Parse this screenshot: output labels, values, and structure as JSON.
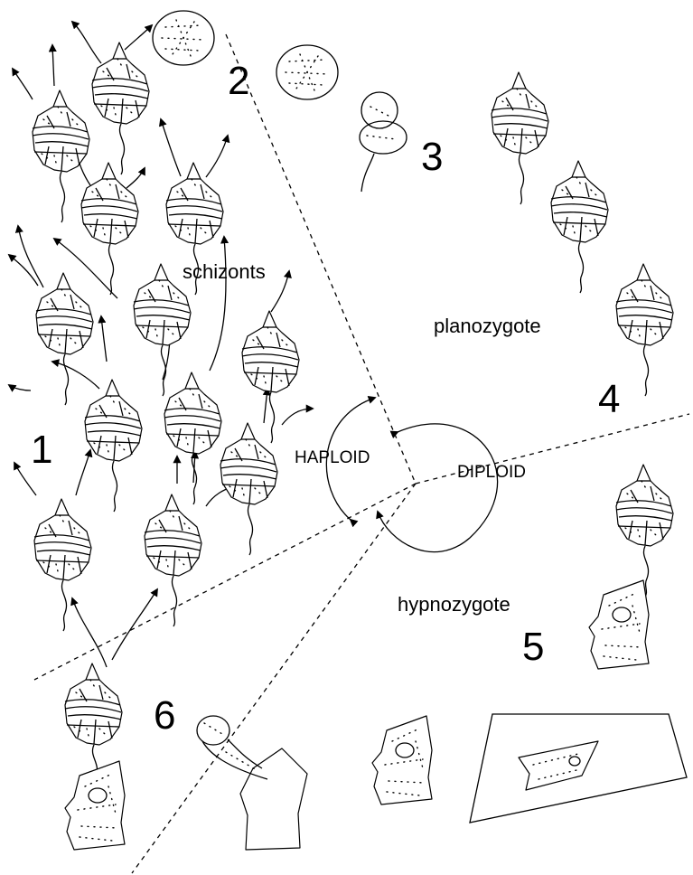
{
  "stage_numbers": {
    "s1": "1",
    "s2": "2",
    "s3": "3",
    "s4": "4",
    "s5": "5",
    "s6": "6"
  },
  "labels": {
    "schizonts": "schizonts",
    "planozygote": "planozygote",
    "hypnozygote": "hypnozygote",
    "haploid": "HAPLOID",
    "diploid": "DIPLOID"
  }
}
